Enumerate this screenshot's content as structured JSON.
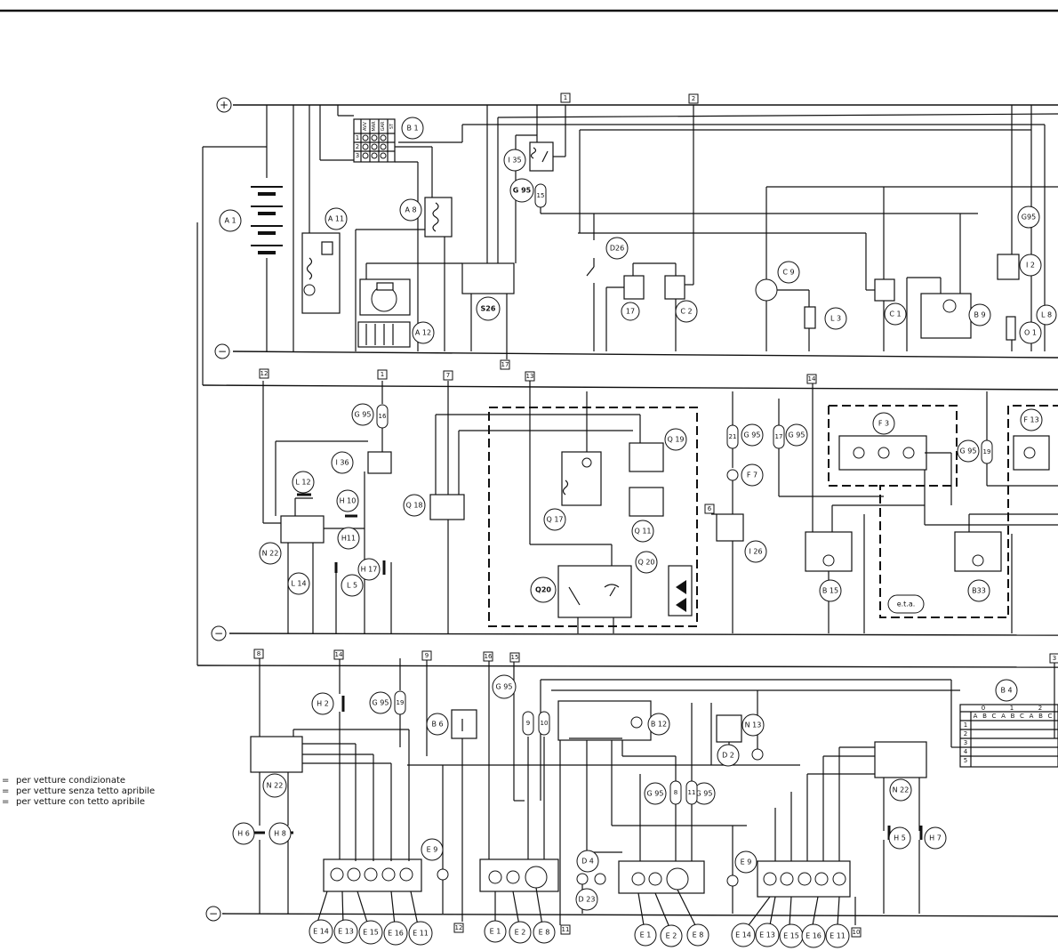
{
  "rails": {
    "positive": "+",
    "negative": "−"
  },
  "ignition_table": {
    "headers": [
      "AVV",
      "MAR",
      "GAR",
      "ST"
    ],
    "rows": [
      "1",
      "2",
      "3"
    ]
  },
  "component_labels": [
    {
      "id": "A1",
      "text": "A 1"
    },
    {
      "id": "A11",
      "text": "A 11"
    },
    {
      "id": "A8",
      "text": "A 8"
    },
    {
      "id": "A12",
      "text": "A 12"
    },
    {
      "id": "B1",
      "text": "B 1"
    },
    {
      "id": "I35",
      "text": "I 35"
    },
    {
      "id": "G95a",
      "text": "G 95"
    },
    {
      "id": "S26",
      "text": "S26"
    },
    {
      "id": "D26",
      "text": "D26"
    },
    {
      "id": "C17",
      "text": "17"
    },
    {
      "id": "C2",
      "text": "C 2"
    },
    {
      "id": "C9",
      "text": "C 9"
    },
    {
      "id": "L3",
      "text": "L 3"
    },
    {
      "id": "C1",
      "text": "C 1"
    },
    {
      "id": "B9",
      "text": "B 9"
    },
    {
      "id": "G95b",
      "text": "G95"
    },
    {
      "id": "I2",
      "text": "I 2"
    },
    {
      "id": "L8",
      "text": "L 8"
    },
    {
      "id": "O1",
      "text": "O 1"
    },
    {
      "id": "L12",
      "text": "L 12"
    },
    {
      "id": "I36",
      "text": "I 36"
    },
    {
      "id": "H10",
      "text": "H 10"
    },
    {
      "id": "H11",
      "text": "H11"
    },
    {
      "id": "N22a",
      "text": "N 22"
    },
    {
      "id": "L14",
      "text": "L 14"
    },
    {
      "id": "L5",
      "text": "L 5"
    },
    {
      "id": "H17",
      "text": "H 17"
    },
    {
      "id": "G95c",
      "text": "G 95"
    },
    {
      "id": "Q18",
      "text": "Q 18"
    },
    {
      "id": "Q19",
      "text": "Q 19"
    },
    {
      "id": "Q17",
      "text": "Q 17"
    },
    {
      "id": "Q11",
      "text": "Q 11"
    },
    {
      "id": "Q20a",
      "text": "Q 20"
    },
    {
      "id": "Q20b",
      "text": "Q20"
    },
    {
      "id": "G95d",
      "text": "G 95"
    },
    {
      "id": "G95e",
      "text": "G 95"
    },
    {
      "id": "F7",
      "text": "F 7"
    },
    {
      "id": "I26",
      "text": "I 26"
    },
    {
      "id": "F3",
      "text": "F 3"
    },
    {
      "id": "G95f",
      "text": "G 95"
    },
    {
      "id": "F13",
      "text": "F 13"
    },
    {
      "id": "B15",
      "text": "B 15"
    },
    {
      "id": "eta",
      "text": "e.t.a."
    },
    {
      "id": "B33",
      "text": "B33"
    },
    {
      "id": "H2",
      "text": "H 2"
    },
    {
      "id": "G95g",
      "text": "G 95"
    },
    {
      "id": "B6",
      "text": "B 6"
    },
    {
      "id": "G95h",
      "text": "G 95"
    },
    {
      "id": "B12",
      "text": "B 12"
    },
    {
      "id": "N13",
      "text": "N 13"
    },
    {
      "id": "D2",
      "text": "D 2"
    },
    {
      "id": "B4",
      "text": "B 4"
    },
    {
      "id": "N22b",
      "text": "N 22"
    },
    {
      "id": "N22c",
      "text": "N 22"
    },
    {
      "id": "G95i",
      "text": "G 95"
    },
    {
      "id": "G95j",
      "text": "G 95"
    },
    {
      "id": "H6",
      "text": "H 6"
    },
    {
      "id": "H8",
      "text": "H 8"
    },
    {
      "id": "E9a",
      "text": "E 9"
    },
    {
      "id": "D4",
      "text": "D 4"
    },
    {
      "id": "D23",
      "text": "D 23"
    },
    {
      "id": "E9b",
      "text": "E 9"
    },
    {
      "id": "H5",
      "text": "H 5"
    },
    {
      "id": "H7",
      "text": "H 7"
    },
    {
      "id": "E14a",
      "text": "E 14"
    },
    {
      "id": "E13a",
      "text": "E 13"
    },
    {
      "id": "E15a",
      "text": "E 15"
    },
    {
      "id": "E16a",
      "text": "E 16"
    },
    {
      "id": "E11a",
      "text": "E 11"
    },
    {
      "id": "E1a",
      "text": "E 1"
    },
    {
      "id": "E2a",
      "text": "E 2"
    },
    {
      "id": "E8a",
      "text": "E 8"
    },
    {
      "id": "E1b",
      "text": "E 1"
    },
    {
      "id": "E2b",
      "text": "E 2"
    },
    {
      "id": "E8b",
      "text": "E 8"
    },
    {
      "id": "E14b",
      "text": "E 14"
    },
    {
      "id": "E13b",
      "text": "E 13"
    },
    {
      "id": "E15b",
      "text": "E 15"
    },
    {
      "id": "E16b",
      "text": "E 16"
    },
    {
      "id": "E11b",
      "text": "E 11"
    }
  ],
  "wire_numbers": [
    {
      "id": "w1a",
      "text": "1"
    },
    {
      "id": "w2",
      "text": "2"
    },
    {
      "id": "w17",
      "text": "17"
    },
    {
      "id": "w12a",
      "text": "12"
    },
    {
      "id": "w1b",
      "text": "1"
    },
    {
      "id": "w7",
      "text": "7"
    },
    {
      "id": "w13",
      "text": "13"
    },
    {
      "id": "w14a",
      "text": "14"
    },
    {
      "id": "w6",
      "text": "6"
    },
    {
      "id": "w8",
      "text": "8"
    },
    {
      "id": "w14b",
      "text": "14"
    },
    {
      "id": "w9",
      "text": "9"
    },
    {
      "id": "w16",
      "text": "16"
    },
    {
      "id": "w15",
      "text": "15"
    },
    {
      "id": "w12b",
      "text": "12"
    },
    {
      "id": "w11",
      "text": "11"
    },
    {
      "id": "w10",
      "text": "10"
    },
    {
      "id": "w3",
      "text": "3"
    }
  ],
  "fuse_numbers": [
    "15",
    "16",
    "21",
    "17",
    "19",
    "19",
    "9",
    "10",
    "8",
    "11"
  ],
  "b4_grid": {
    "top": [
      "0",
      "1",
      "2"
    ],
    "sub": [
      "A",
      "B",
      "C",
      "A",
      "B",
      "C",
      "A",
      "B",
      "C"
    ],
    "rows": [
      "1",
      "2",
      "3",
      "4",
      "5"
    ]
  },
  "legend": [
    {
      "symbol": "=",
      "text": "per vetture condizionate"
    },
    {
      "symbol": "=",
      "text": "per vetture senza tetto apribile"
    },
    {
      "symbol": "=",
      "text": "per vetture con tetto apribile"
    }
  ]
}
